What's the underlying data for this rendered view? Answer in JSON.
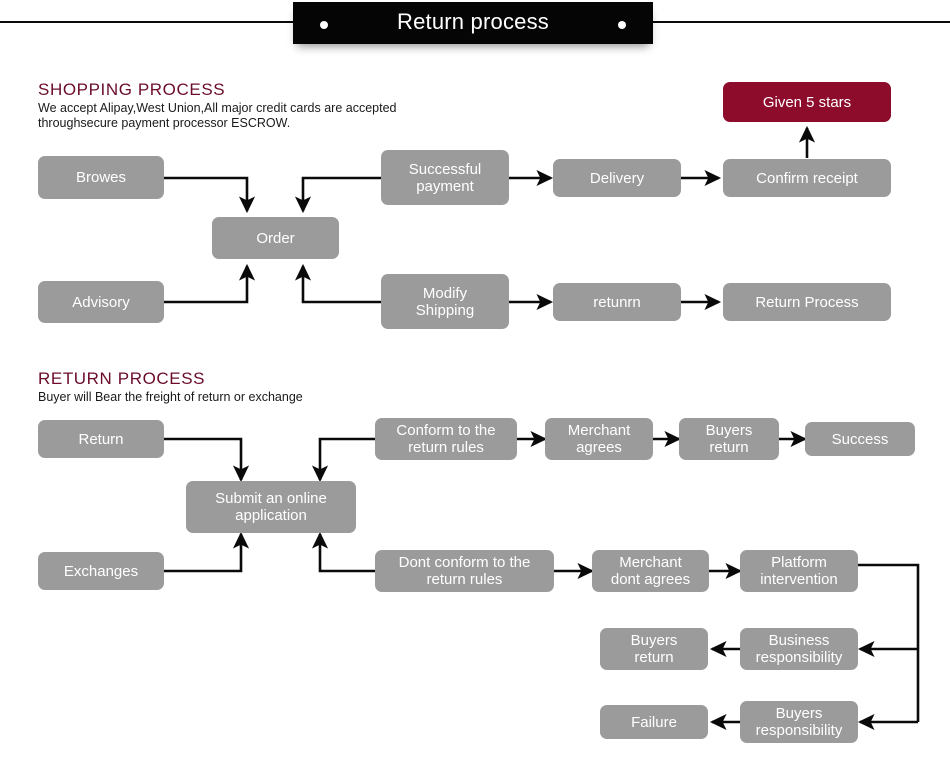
{
  "banner": {
    "title": "Return process",
    "dot_left": "bullet-dot",
    "dot_right": "bullet-dot"
  },
  "colors": {
    "accent": "#8d0c2c",
    "node": "#9b9b9b",
    "heading": "#6b0c29",
    "banner_bg": "#050505",
    "line": "#0a0a0a",
    "node_text": "#ffffff"
  },
  "sections": [
    {
      "id": "shopping",
      "title": "SHOPPING PROCESS",
      "body": "We accept Alipay,West Union,All major credit cards are accepted\nthroughsecure payment processor ESCROW."
    },
    {
      "id": "return",
      "title": "RETURN PROCESS",
      "body": "Buyer will Bear the freight of return or exchange"
    }
  ],
  "nodes": {
    "browes": "Browes",
    "order": "Order",
    "successful_payment": "Successful\npayment",
    "delivery": "Delivery",
    "confirm_receipt": "Confirm receipt",
    "given_5_stars": "Given 5 stars",
    "advisory": "Advisory",
    "modify_shipping": "Modify\nShipping",
    "retunrn": "retunrn",
    "return_process": "Return Process",
    "return": "Return",
    "submit_application": "Submit an online\napplication",
    "conform_rules": "Conform to the\nreturn rules",
    "merchant_agrees": "Merchant\nagrees",
    "buyers_return_top": "Buyers\nreturn",
    "success": "Success",
    "exchanges": "Exchanges",
    "dont_conform_rules": "Dont conform to the\nreturn rules",
    "merchant_dont_agrees": "Merchant\ndont agrees",
    "platform_intervention": "Platform\nintervention",
    "business_responsibility": "Business\nresponsibility",
    "buyers_return_bottom": "Buyers\nreturn",
    "buyers_responsibility": "Buyers\nresponsibility",
    "failure": "Failure"
  }
}
